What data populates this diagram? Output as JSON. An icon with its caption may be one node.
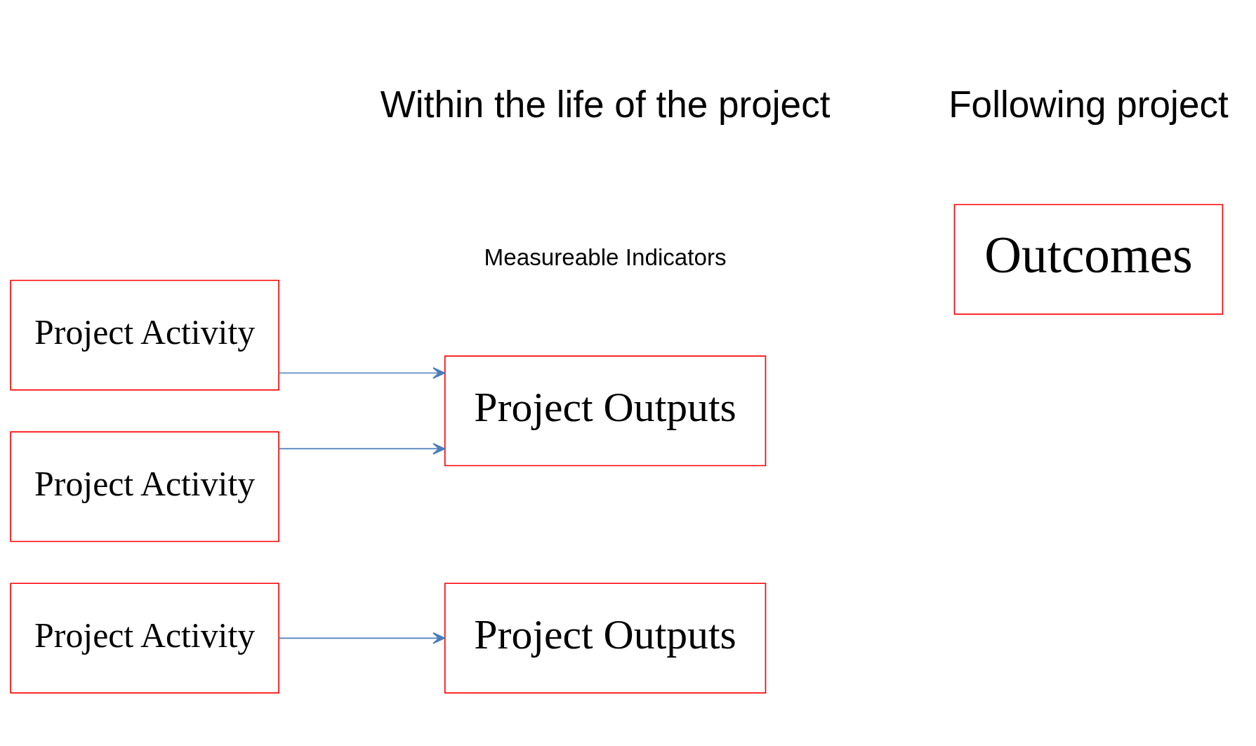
{
  "diagram": {
    "nodes": [
      {
        "text": [
          "Project Activity"
        ]
      },
      {
        "text": [
          "Project Outputs"
        ]
      },
      {
        "text": [
          "Project Activity"
        ]
      },
      {
        "text": [
          "Project Activity"
        ]
      },
      {
        "text": [
          "Project Outputs"
        ]
      },
      {
        "text": [
          "Outcomes"
        ]
      }
    ],
    "edges": [
      {
        "from": 0,
        "to": 1,
        "arrow": "to"
      },
      {
        "from": 2,
        "to": 4,
        "arrow": "to"
      },
      {
        "from": 3,
        "to": 4,
        "arrow": "to"
      }
    ],
    "labels": [
      "Measureable Indicators",
      "Within the life of the project",
      "Following project"
    ]
  }
}
